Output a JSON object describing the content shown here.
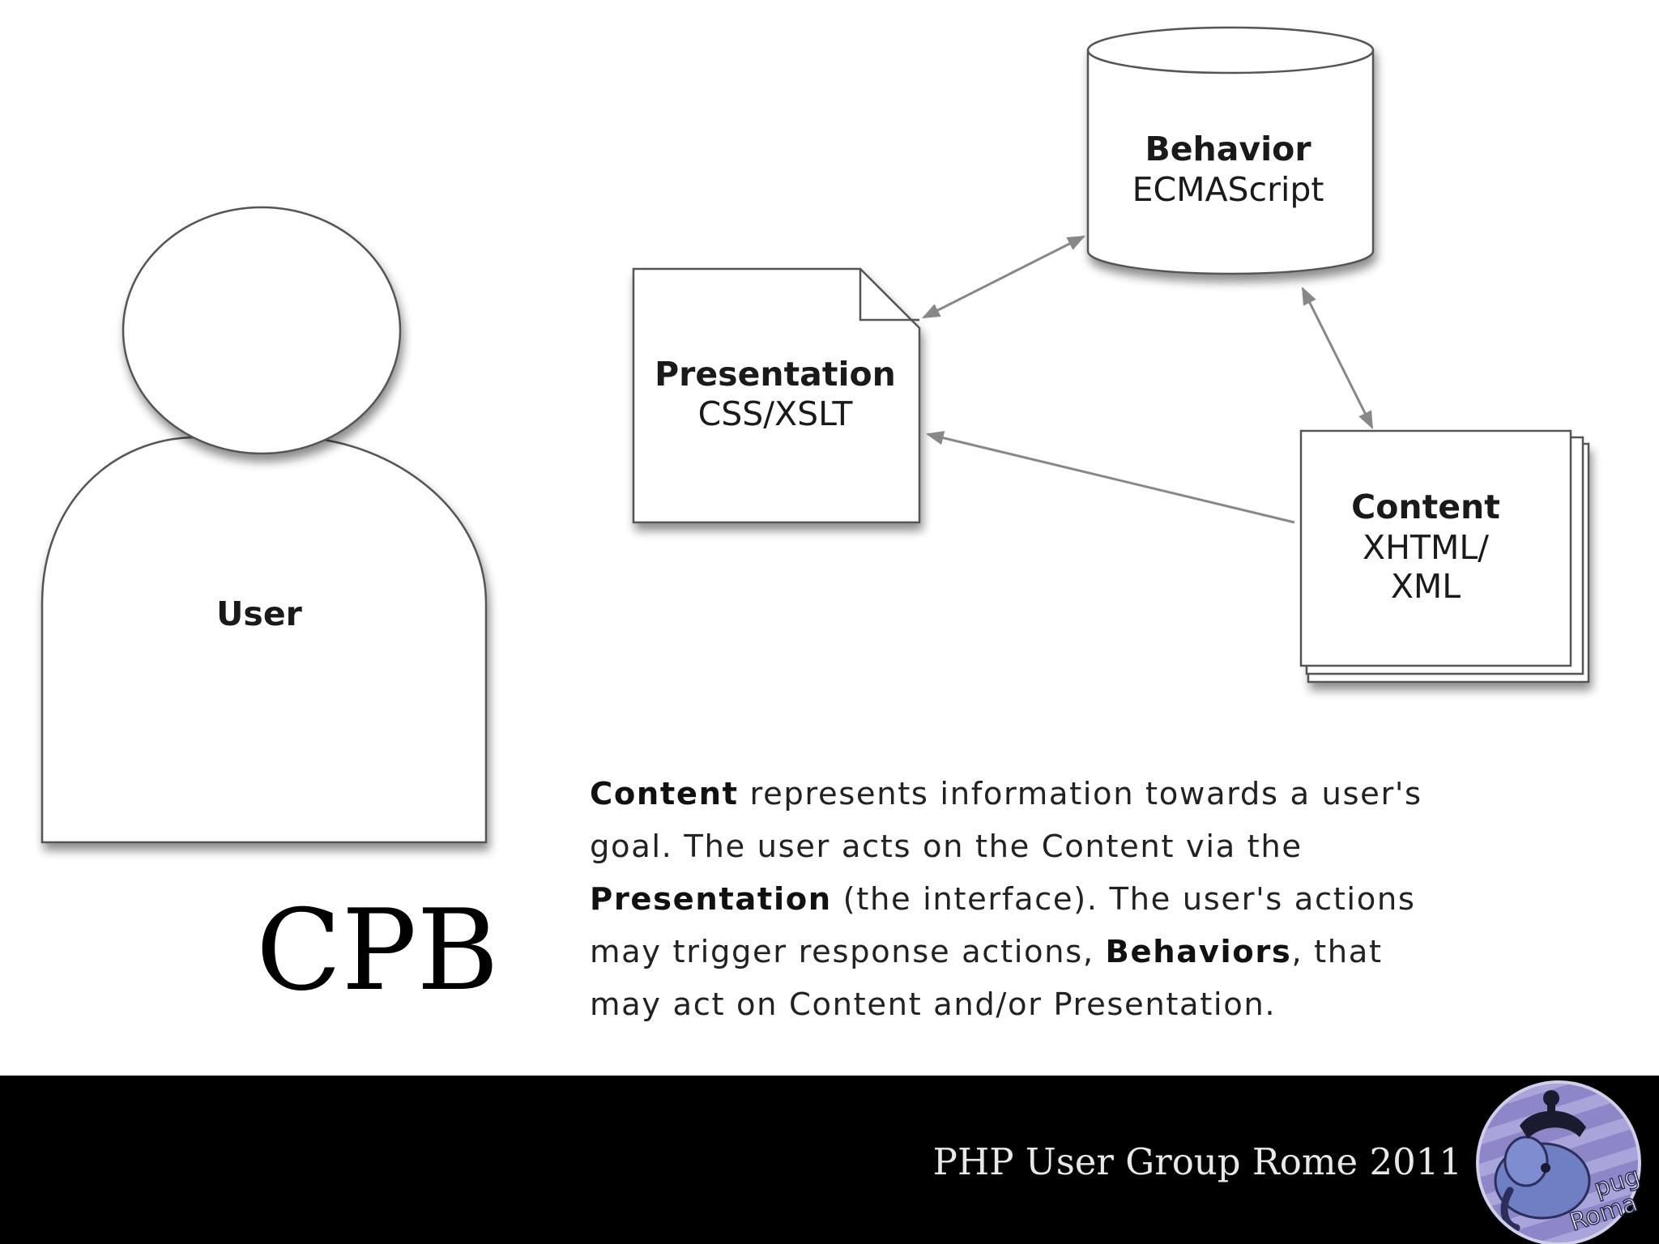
{
  "nodes": {
    "user": {
      "title": "User"
    },
    "behavior": {
      "title": "Behavior",
      "subtitle": "ECMAScript"
    },
    "presentation": {
      "title": "Presentation",
      "subtitle": "CSS/XSLT"
    },
    "content": {
      "title": "Content",
      "subtitle_line1": "XHTML/",
      "subtitle_line2": "XML"
    }
  },
  "edges": [
    {
      "from": "presentation",
      "to": "behavior",
      "direction": "both"
    },
    {
      "from": "behavior",
      "to": "content",
      "direction": "both"
    },
    {
      "from": "content",
      "to": "presentation",
      "direction": "forward"
    }
  ],
  "slide_title": "CPB",
  "description": {
    "line1_bold": "Content",
    "line1_rest": " represents information towards a user's",
    "line2": "goal. The user acts on the Content via the",
    "line3_bold": "Presentation",
    "line3_rest": " (the interface). The user's actions",
    "line4_start": "may trigger response actions, ",
    "line4_bold": "Behaviors",
    "line4_end": ", that",
    "line5": "may act on Content and/or Presentation."
  },
  "footer": {
    "text": "PHP User Group Rome 2011",
    "logo_text": "pug Roma"
  },
  "colors": {
    "background": "#ffffff",
    "footer_background": "#000000",
    "footer_text": "#e8e8e8",
    "node_fill": "#ffffff",
    "node_stroke": "#555555",
    "arrow": "#888888",
    "logo_background": "#8d87c9"
  },
  "icons": {
    "logo": "elephant-logo-icon"
  }
}
